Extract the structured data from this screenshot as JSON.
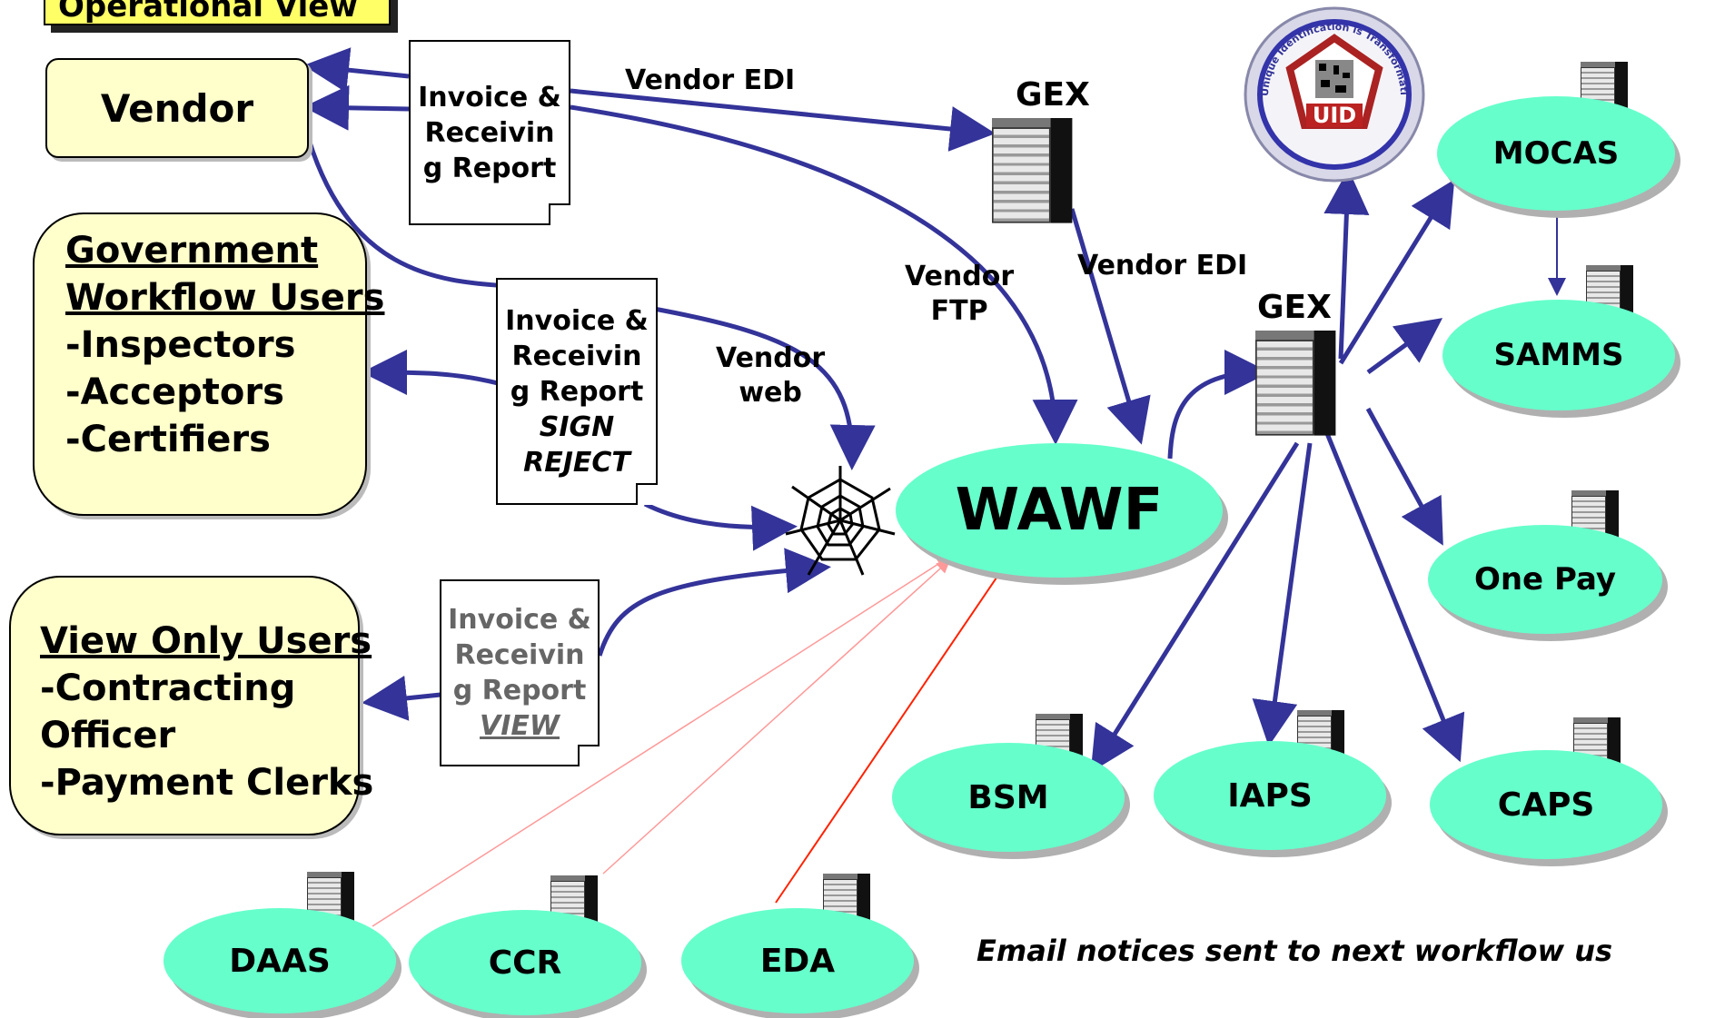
{
  "title": "Operational View",
  "vendor": {
    "label": "Vendor"
  },
  "gov_users": {
    "heading_1": "Government",
    "heading_2": "Workflow Users",
    "items": [
      "-Inspectors",
      "-Acceptors",
      "-Certifiers"
    ]
  },
  "view_users": {
    "heading": "View Only Users",
    "items": [
      "-Contracting",
      "Officer",
      "-Payment Clerks"
    ]
  },
  "doc_invoice": {
    "lines": [
      "Invoice &",
      "Receivin",
      "g Report"
    ]
  },
  "doc_sign": {
    "lines": [
      "Invoice &",
      "Receivin",
      "g Report"
    ],
    "action_1": "SIGN",
    "action_2": "REJECT"
  },
  "doc_view": {
    "lines": [
      "Invoice &",
      "Receivin",
      "g Report"
    ],
    "action": "VIEW"
  },
  "connectors": {
    "vendor_edi_top": "Vendor EDI",
    "vendor_edi_mid": "Vendor EDI",
    "vendor_ftp_1": "Vendor",
    "vendor_ftp_2": "FTP",
    "vendor_web_1": "Vendor",
    "vendor_web_2": "web"
  },
  "gex_top": "GEX",
  "gex_mid": "GEX",
  "wawf": "WAWF",
  "uid": {
    "ring_text": "Unique Identification is Transformation",
    "badge": "UID"
  },
  "systems": {
    "mocas": "MOCAS",
    "samms": "SAMMS",
    "onepay": "One Pay",
    "bsm": "BSM",
    "iaps": "IAPS",
    "caps": "CAPS",
    "daas": "DAAS",
    "ccr": "CCR",
    "eda": "EDA"
  },
  "footer": "Email notices sent to next workflow us",
  "colors": {
    "arrow": "#333399",
    "ellipse": "#66ffcc",
    "user_box": "#ffffcc",
    "title_bg": "#ffff66",
    "feed_light": "#ff9999",
    "feed_red": "#ff2200"
  }
}
